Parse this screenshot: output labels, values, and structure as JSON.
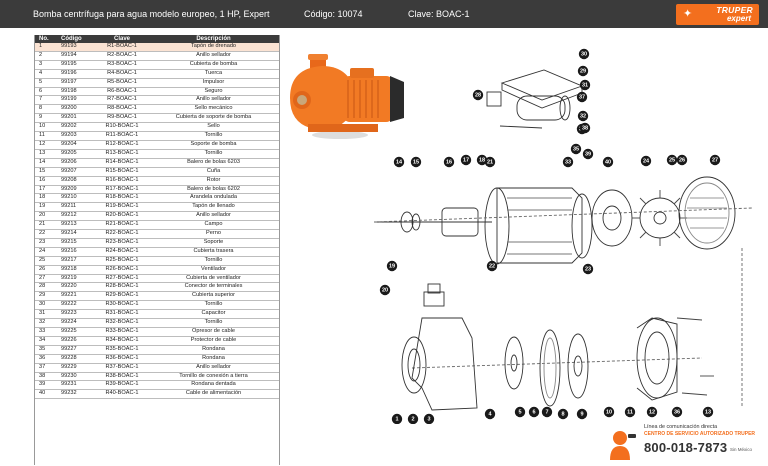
{
  "header": {
    "title": "Bomba centrífuga para agua modelo europeo, 1 HP, Expert",
    "codigo": "Código: 10074",
    "clave": "Clave: BOAC-1",
    "brand_top": "TRUPER",
    "brand_bottom": "expert"
  },
  "table": {
    "headers": [
      "No.",
      "Código",
      "Clave",
      "Descripción"
    ],
    "rows": [
      [
        "1",
        "99193",
        "R1-BOAC-1",
        "Tapón de drenado"
      ],
      [
        "2",
        "99194",
        "R2-BOAC-1",
        "Anillo sellador"
      ],
      [
        "3",
        "99195",
        "R3-BOAC-1",
        "Cubierta de bomba"
      ],
      [
        "4",
        "99196",
        "R4-BOAC-1",
        "Tuerca"
      ],
      [
        "5",
        "99197",
        "R5-BOAC-1",
        "Impulsor"
      ],
      [
        "6",
        "99198",
        "R6-BOAC-1",
        "Seguro"
      ],
      [
        "7",
        "99199",
        "R7-BOAC-1",
        "Anillo sellador"
      ],
      [
        "8",
        "99200",
        "R8-BOAC-1",
        "Sello mecánico"
      ],
      [
        "9",
        "99201",
        "R9-BOAC-1",
        "Cubierta de soporte de bomba"
      ],
      [
        "10",
        "99202",
        "R10-BOAC-1",
        "Sello"
      ],
      [
        "11",
        "99203",
        "R11-BOAC-1",
        "Tornillo"
      ],
      [
        "12",
        "99204",
        "R12-BOAC-1",
        "Soporte de bomba"
      ],
      [
        "13",
        "99205",
        "R13-BOAC-1",
        "Tornillo"
      ],
      [
        "14",
        "99206",
        "R14-BOAC-1",
        "Balero de bolas 6203"
      ],
      [
        "15",
        "99207",
        "R15-BOAC-1",
        "Cuña"
      ],
      [
        "16",
        "99208",
        "R16-BOAC-1",
        "Rotor"
      ],
      [
        "17",
        "99209",
        "R17-BOAC-1",
        "Balero de bolas 6202"
      ],
      [
        "18",
        "99210",
        "R18-BOAC-1",
        "Arandela ondulada"
      ],
      [
        "19",
        "99211",
        "R19-BOAC-1",
        "Tapón de llenado"
      ],
      [
        "20",
        "99212",
        "R20-BOAC-1",
        "Anillo sellador"
      ],
      [
        "21",
        "99213",
        "R21-BOAC-1",
        "Campo"
      ],
      [
        "22",
        "99214",
        "R22-BOAC-1",
        "Perno"
      ],
      [
        "23",
        "99215",
        "R23-BOAC-1",
        "Soporte"
      ],
      [
        "24",
        "99216",
        "R24-BOAC-1",
        "Cubierta trasera"
      ],
      [
        "25",
        "99217",
        "R25-BOAC-1",
        "Tornillo"
      ],
      [
        "26",
        "99218",
        "R26-BOAC-1",
        "Ventilador"
      ],
      [
        "27",
        "99219",
        "R27-BOAC-1",
        "Cubierta de ventilador"
      ],
      [
        "28",
        "99220",
        "R28-BOAC-1",
        "Conector de terminales"
      ],
      [
        "29",
        "99221",
        "R29-BOAC-1",
        "Cubierta superior"
      ],
      [
        "30",
        "99222",
        "R30-BOAC-1",
        "Tornillo"
      ],
      [
        "31",
        "99223",
        "R31-BOAC-1",
        "Capacitor"
      ],
      [
        "32",
        "99224",
        "R32-BOAC-1",
        "Tornillo"
      ],
      [
        "33",
        "99225",
        "R33-BOAC-1",
        "Opresor de cable"
      ],
      [
        "34",
        "99226",
        "R34-BOAC-1",
        "Protector de cable"
      ],
      [
        "35",
        "99227",
        "R35-BOAC-1",
        "Rondana"
      ],
      [
        "36",
        "99228",
        "R36-BOAC-1",
        "Rondana"
      ],
      [
        "37",
        "99229",
        "R37-BOAC-1",
        "Anillo sellador"
      ],
      [
        "38",
        "99230",
        "R38-BOAC-1",
        "Tornillo de conexión a tierra"
      ],
      [
        "39",
        "99231",
        "R39-BOAC-1",
        "Rondana dentada"
      ],
      [
        "40",
        "99232",
        "R40-BOAC-1",
        "Cable de alimentación"
      ]
    ]
  },
  "diagram": {
    "callouts": [
      "1",
      "2",
      "3",
      "4",
      "5",
      "6",
      "7",
      "8",
      "9",
      "10",
      "11",
      "12",
      "13",
      "14",
      "15",
      "16",
      "17",
      "18",
      "19",
      "20",
      "21",
      "22",
      "23",
      "24",
      "25",
      "26",
      "27",
      "28",
      "29",
      "30",
      "31",
      "32",
      "33",
      "34",
      "35",
      "36",
      "37",
      "38",
      "39",
      "40"
    ],
    "accent_color": "#f36f1e",
    "callout_color": "#1a1a1a"
  },
  "footer": {
    "line1": "Línea de comunicación directa",
    "line2": "CENTRO DE SERVICIO AUTORIZADO TRUPER",
    "phone": "800-018-7873",
    "note": "Sin México"
  }
}
